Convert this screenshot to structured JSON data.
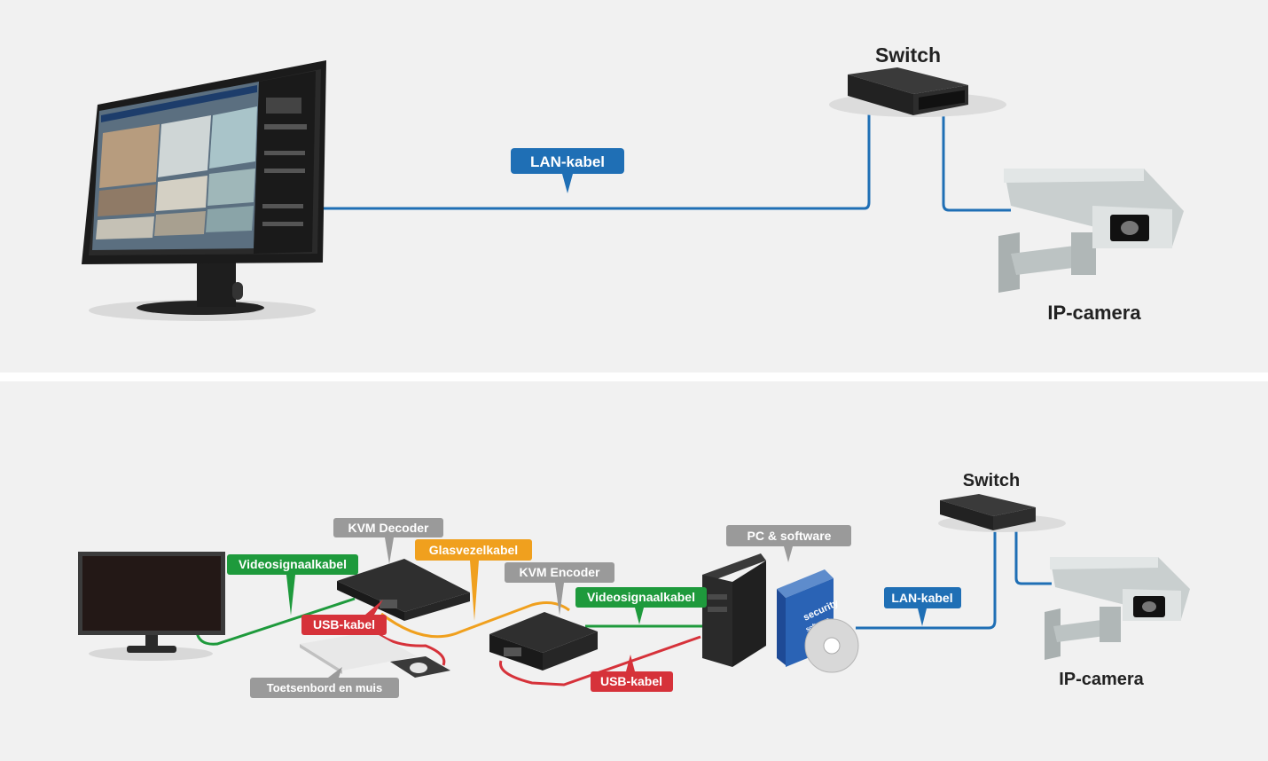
{
  "top_diagram": {
    "switch_label": "Switch",
    "camera_label": "IP-camera",
    "lan_cable_label": "LAN-kabel"
  },
  "bottom_diagram": {
    "kvm_decoder_label": "KVM Decoder",
    "glasvezel_label": "Glasvezelkabel",
    "kvm_encoder_label": "KVM Encoder",
    "video_signal_label_left": "Videosignaalkabel",
    "video_signal_label_right": "Videosignaalkabel",
    "usb_label_left": "USB-kabel",
    "usb_label_right": "USB-kabel",
    "keyboard_mouse_label": "Toetsenbord en muis",
    "pc_software_label": "PC & software",
    "lan_cable_label": "LAN-kabel",
    "switch_label": "Switch",
    "camera_label": "IP-camera",
    "box_text_1": "security",
    "box_text_2": "software"
  },
  "colors": {
    "lan": "#1f6fb5",
    "video": "#1e9a3c",
    "usb": "#d6323a",
    "fiber": "#f0a01e",
    "tag_gray": "#9a9a9a"
  }
}
